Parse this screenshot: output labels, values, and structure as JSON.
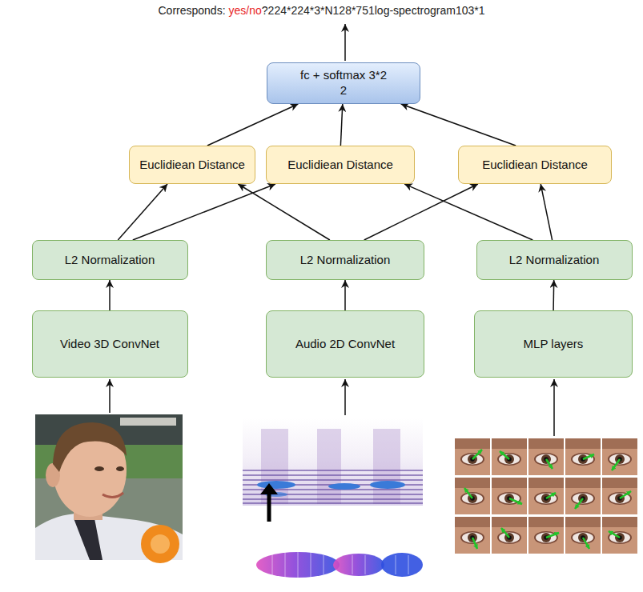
{
  "diagram": {
    "nodes": [
      {
        "text": [
          "fc + softmax 3*2",
          "2"
        ]
      },
      {
        "text": [
          "Euclidiean Distance"
        ]
      },
      {
        "text": [
          "Euclidiean Distance"
        ]
      },
      {
        "text": [
          "Euclidiean Distance"
        ]
      },
      {
        "text": [
          "L2 Normalization"
        ]
      },
      {
        "text": [
          "L2 Normalization"
        ]
      },
      {
        "text": [
          "L2 Normalization"
        ]
      },
      {
        "text": [
          "Video 3D ConvNet"
        ]
      },
      {
        "text": [
          "Audio 2D ConvNet"
        ]
      },
      {
        "text": [
          "MLP layers"
        ]
      }
    ],
    "edges": [
      {
        "from": 7,
        "to": 4,
        "arrow": "to"
      },
      {
        "from": 8,
        "to": 5,
        "arrow": "to"
      },
      {
        "from": 9,
        "to": 6,
        "arrow": "to"
      },
      {
        "from": 4,
        "to": 1,
        "arrow": "to"
      },
      {
        "from": 4,
        "to": 2,
        "arrow": "to"
      },
      {
        "from": 5,
        "to": 1,
        "arrow": "to"
      },
      {
        "from": 5,
        "to": 3,
        "arrow": "to"
      },
      {
        "from": 6,
        "to": 2,
        "arrow": "to"
      },
      {
        "from": 6,
        "to": 3,
        "arrow": "to"
      },
      {
        "from": 1,
        "to": 0,
        "arrow": "to"
      },
      {
        "from": 2,
        "to": 0,
        "arrow": "to"
      },
      {
        "from": 3,
        "to": 0,
        "arrow": "to"
      }
    ],
    "labels": [
      "Corresponds:",
      "yes/no",
      "?",
      "224*224*3*N",
      "128*751",
      "log-spectrogram",
      "103*1"
    ]
  }
}
